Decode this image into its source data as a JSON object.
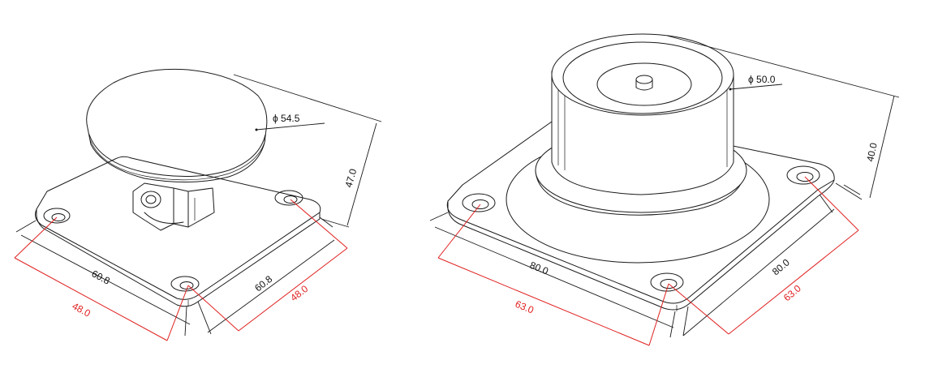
{
  "colors": {
    "line": "#1a1a1a",
    "mounting_dimension": "#e02020",
    "background": "#ffffff"
  },
  "left_part": {
    "diameter_label": "ϕ 54.5",
    "height_label": "47.0",
    "width_front_label": "60.8",
    "width_side_label": "60.8",
    "hole_front_label": "48.0",
    "hole_side_label": "48.0"
  },
  "right_part": {
    "diameter_label": "ϕ 50.0",
    "height_label": "40.0",
    "width_front_label": "80.0",
    "width_side_label": "80.0",
    "hole_front_label": "63.0",
    "hole_side_label": "63.0"
  }
}
